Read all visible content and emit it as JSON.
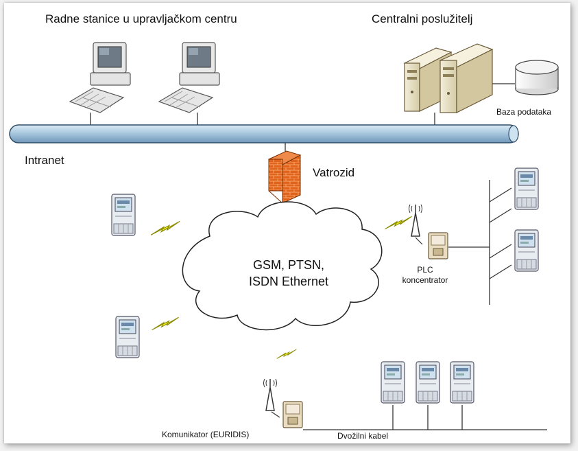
{
  "labels": {
    "workstations": "Radne stanice u upravljačkom centru",
    "central_server": "Centralni poslužitelj",
    "database": "Baza podataka",
    "intranet": "Intranet",
    "firewall": "Vatrozid",
    "network_line1": "GSM, PTSN,",
    "network_line2": "ISDN Ethernet",
    "plc_line1": "PLC",
    "plc_line2": "koncentrator",
    "communicator": "Komunikator (EURIDIS)",
    "cable": "Dvožilni kabel"
  },
  "icons": [
    "workstation-icon",
    "server-icon",
    "database-icon",
    "firewall-icon",
    "cloud-icon",
    "meter-icon",
    "antenna-icon",
    "lightning-icon",
    "concentrator-icon"
  ],
  "colors": {
    "bus": "#aac8df",
    "firewall": "#e0641c",
    "lightning": "#f0f020",
    "meter": "#e8edf2",
    "server": "#e9e3c8"
  }
}
